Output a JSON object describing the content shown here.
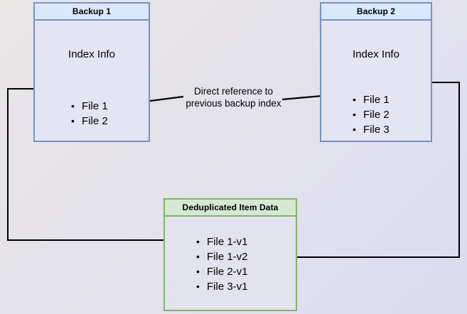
{
  "diagram": {
    "title_hidden": "",
    "background": {
      "from": "#e9e6e6",
      "to": "#dcdcf1"
    },
    "colors": {
      "blue_border": "#7092c8",
      "blue_header_fill": "#dae8fc",
      "blue_body_fill": "#e4e4f2",
      "green_border": "#82b366",
      "green_header_fill": "#d5e8d4",
      "edge_stroke": "#000000"
    },
    "nodes": {
      "backup1": {
        "header": "Backup 1",
        "section_label": "Index Info",
        "items": [
          "File 1",
          "File 2"
        ]
      },
      "backup2": {
        "header": "Backup 2",
        "section_label": "Index Info",
        "items": [
          "File 1",
          "File 2",
          "File 3"
        ]
      },
      "dedup": {
        "header": "Deduplicated Item Data",
        "items": [
          "File 1-v1",
          "File 1-v2",
          "File 2-v1",
          "File 3-v1"
        ]
      }
    },
    "annotations": {
      "direct_reference": "Direct reference to\nprevious backup index"
    }
  }
}
